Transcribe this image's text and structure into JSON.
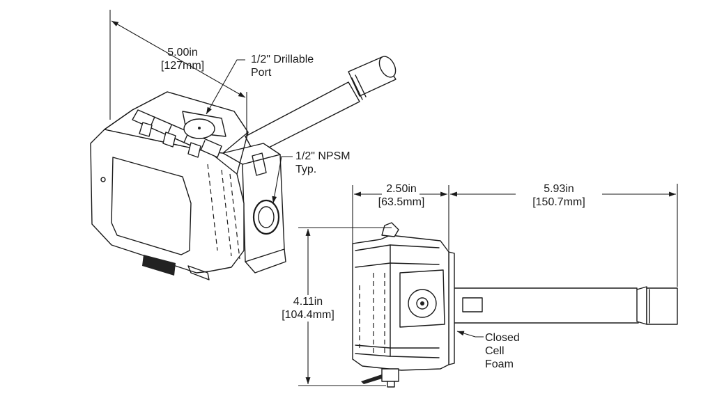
{
  "labels": {
    "dim_length": {
      "value": "5.00in",
      "metric": "[127mm]"
    },
    "drillable_port": {
      "line1": "1/2\" Drillable",
      "line2": "Port"
    },
    "npsm": {
      "line1": "1/2\" NPSM",
      "line2": "Typ."
    },
    "dim_depth": {
      "value": "2.50in",
      "metric": "[63.5mm]"
    },
    "dim_probe": {
      "value": "5.93in",
      "metric": "[150.7mm]"
    },
    "dim_height": {
      "value": "4.11in",
      "metric": "[104.4mm]"
    },
    "foam": {
      "line1": "Closed",
      "line2": "Cell",
      "line3": "Foam"
    }
  }
}
